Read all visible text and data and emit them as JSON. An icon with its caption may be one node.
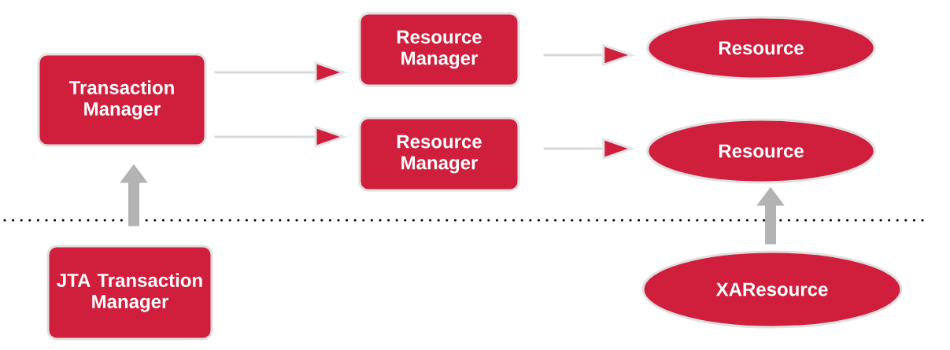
{
  "diagram": {
    "nodes": [
      {
        "text": [
          "Transaction Manager"
        ]
      },
      {
        "text": [
          "Resource Manager"
        ]
      },
      {
        "text": [
          "Resource Manager"
        ]
      },
      {
        "text": [
          "Resource"
        ]
      },
      {
        "text": [
          "Resource"
        ]
      },
      {
        "text": [
          "JTA Transaction Manager"
        ]
      },
      {
        "text": [
          "XAResource"
        ]
      }
    ],
    "edges": [
      {
        "from": 0,
        "to": 1,
        "arrow": "to"
      },
      {
        "from": 0,
        "to": 2,
        "arrow": "to"
      },
      {
        "from": 1,
        "to": 3,
        "arrow": "to"
      },
      {
        "from": 2,
        "to": 4,
        "arrow": "to"
      },
      {
        "from": 5,
        "to": 0,
        "arrow": "to",
        "style": "thick",
        "color": "#b3b3b3"
      },
      {
        "from": 6,
        "to": 4,
        "arrow": "to",
        "style": "thick",
        "color": "#b3b3b3"
      }
    ]
  }
}
